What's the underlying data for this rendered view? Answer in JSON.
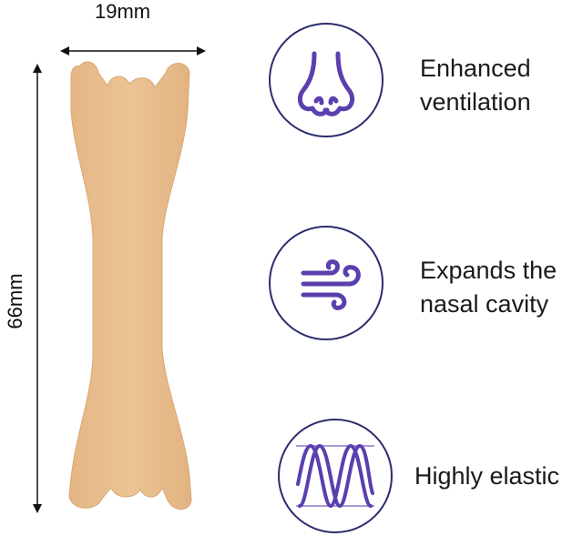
{
  "dimensions": {
    "width_label": "19mm",
    "height_label": "66mm"
  },
  "strip": {
    "color": "#e8bd8e",
    "edge_color": "#d9a877"
  },
  "features": [
    {
      "icon": "nose-icon",
      "line1": "Enhanced",
      "line2": "ventilation"
    },
    {
      "icon": "airflow-icon",
      "line1": "Expands the",
      "line2": "nasal cavity"
    },
    {
      "icon": "elastic-waves-icon",
      "line1": "Highly elastic",
      "line2": ""
    }
  ],
  "colors": {
    "circle_border": "#2b2d6e",
    "icon_fill": "#5b3fae"
  }
}
